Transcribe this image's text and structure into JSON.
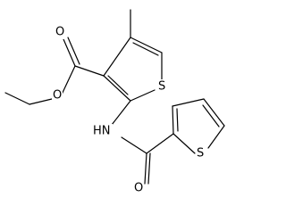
{
  "molecule": {
    "atoms": [
      {
        "id": "S1",
        "label": "S"
      },
      {
        "id": "O_carbonyl",
        "label": "O"
      },
      {
        "id": "O_ester",
        "label": "O"
      },
      {
        "id": "N",
        "label": "HN"
      },
      {
        "id": "O_amide",
        "label": "O"
      },
      {
        "id": "S2",
        "label": "S"
      }
    ],
    "colors": {
      "bond": "#000000",
      "label": "#000000",
      "background": "#ffffff"
    }
  }
}
